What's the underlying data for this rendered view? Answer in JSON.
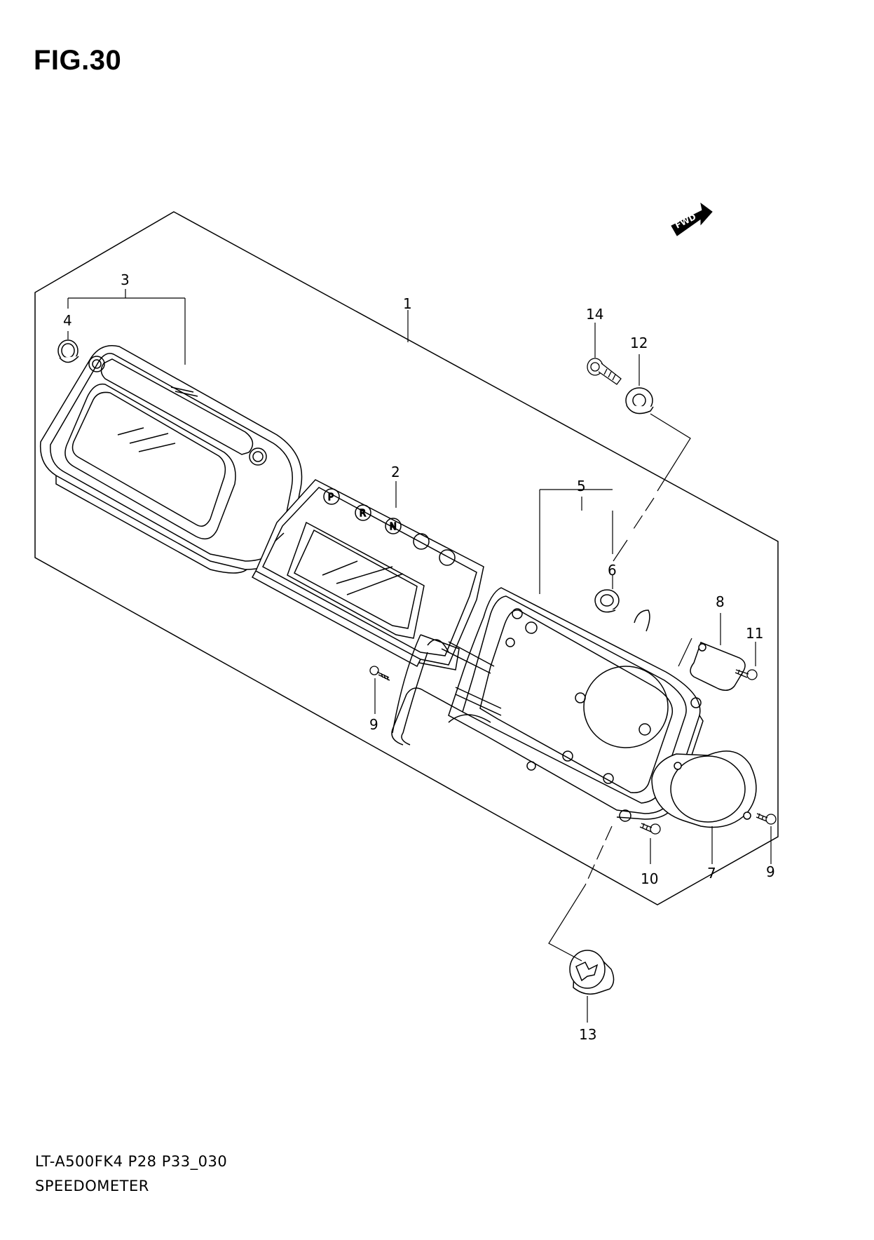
{
  "figure": {
    "title": "FIG.30"
  },
  "footer": {
    "model_code": "LT-A500FK4 P28 P33_030",
    "name": "SPEEDOMETER"
  },
  "fwd_label": "FWD",
  "indicator_labels": [
    "P",
    "R",
    "N"
  ],
  "callouts": [
    {
      "id": "c1",
      "label": "1"
    },
    {
      "id": "c2",
      "label": "2"
    },
    {
      "id": "c3",
      "label": "3"
    },
    {
      "id": "c4",
      "label": "4"
    },
    {
      "id": "c5",
      "label": "5"
    },
    {
      "id": "c6",
      "label": "6"
    },
    {
      "id": "c7",
      "label": "7"
    },
    {
      "id": "c8",
      "label": "8"
    },
    {
      "id": "c9a",
      "label": "9"
    },
    {
      "id": "c9b",
      "label": "9"
    },
    {
      "id": "c10",
      "label": "10"
    },
    {
      "id": "c11",
      "label": "11"
    },
    {
      "id": "c12",
      "label": "12"
    },
    {
      "id": "c13",
      "label": "13"
    },
    {
      "id": "c14",
      "label": "14"
    }
  ]
}
